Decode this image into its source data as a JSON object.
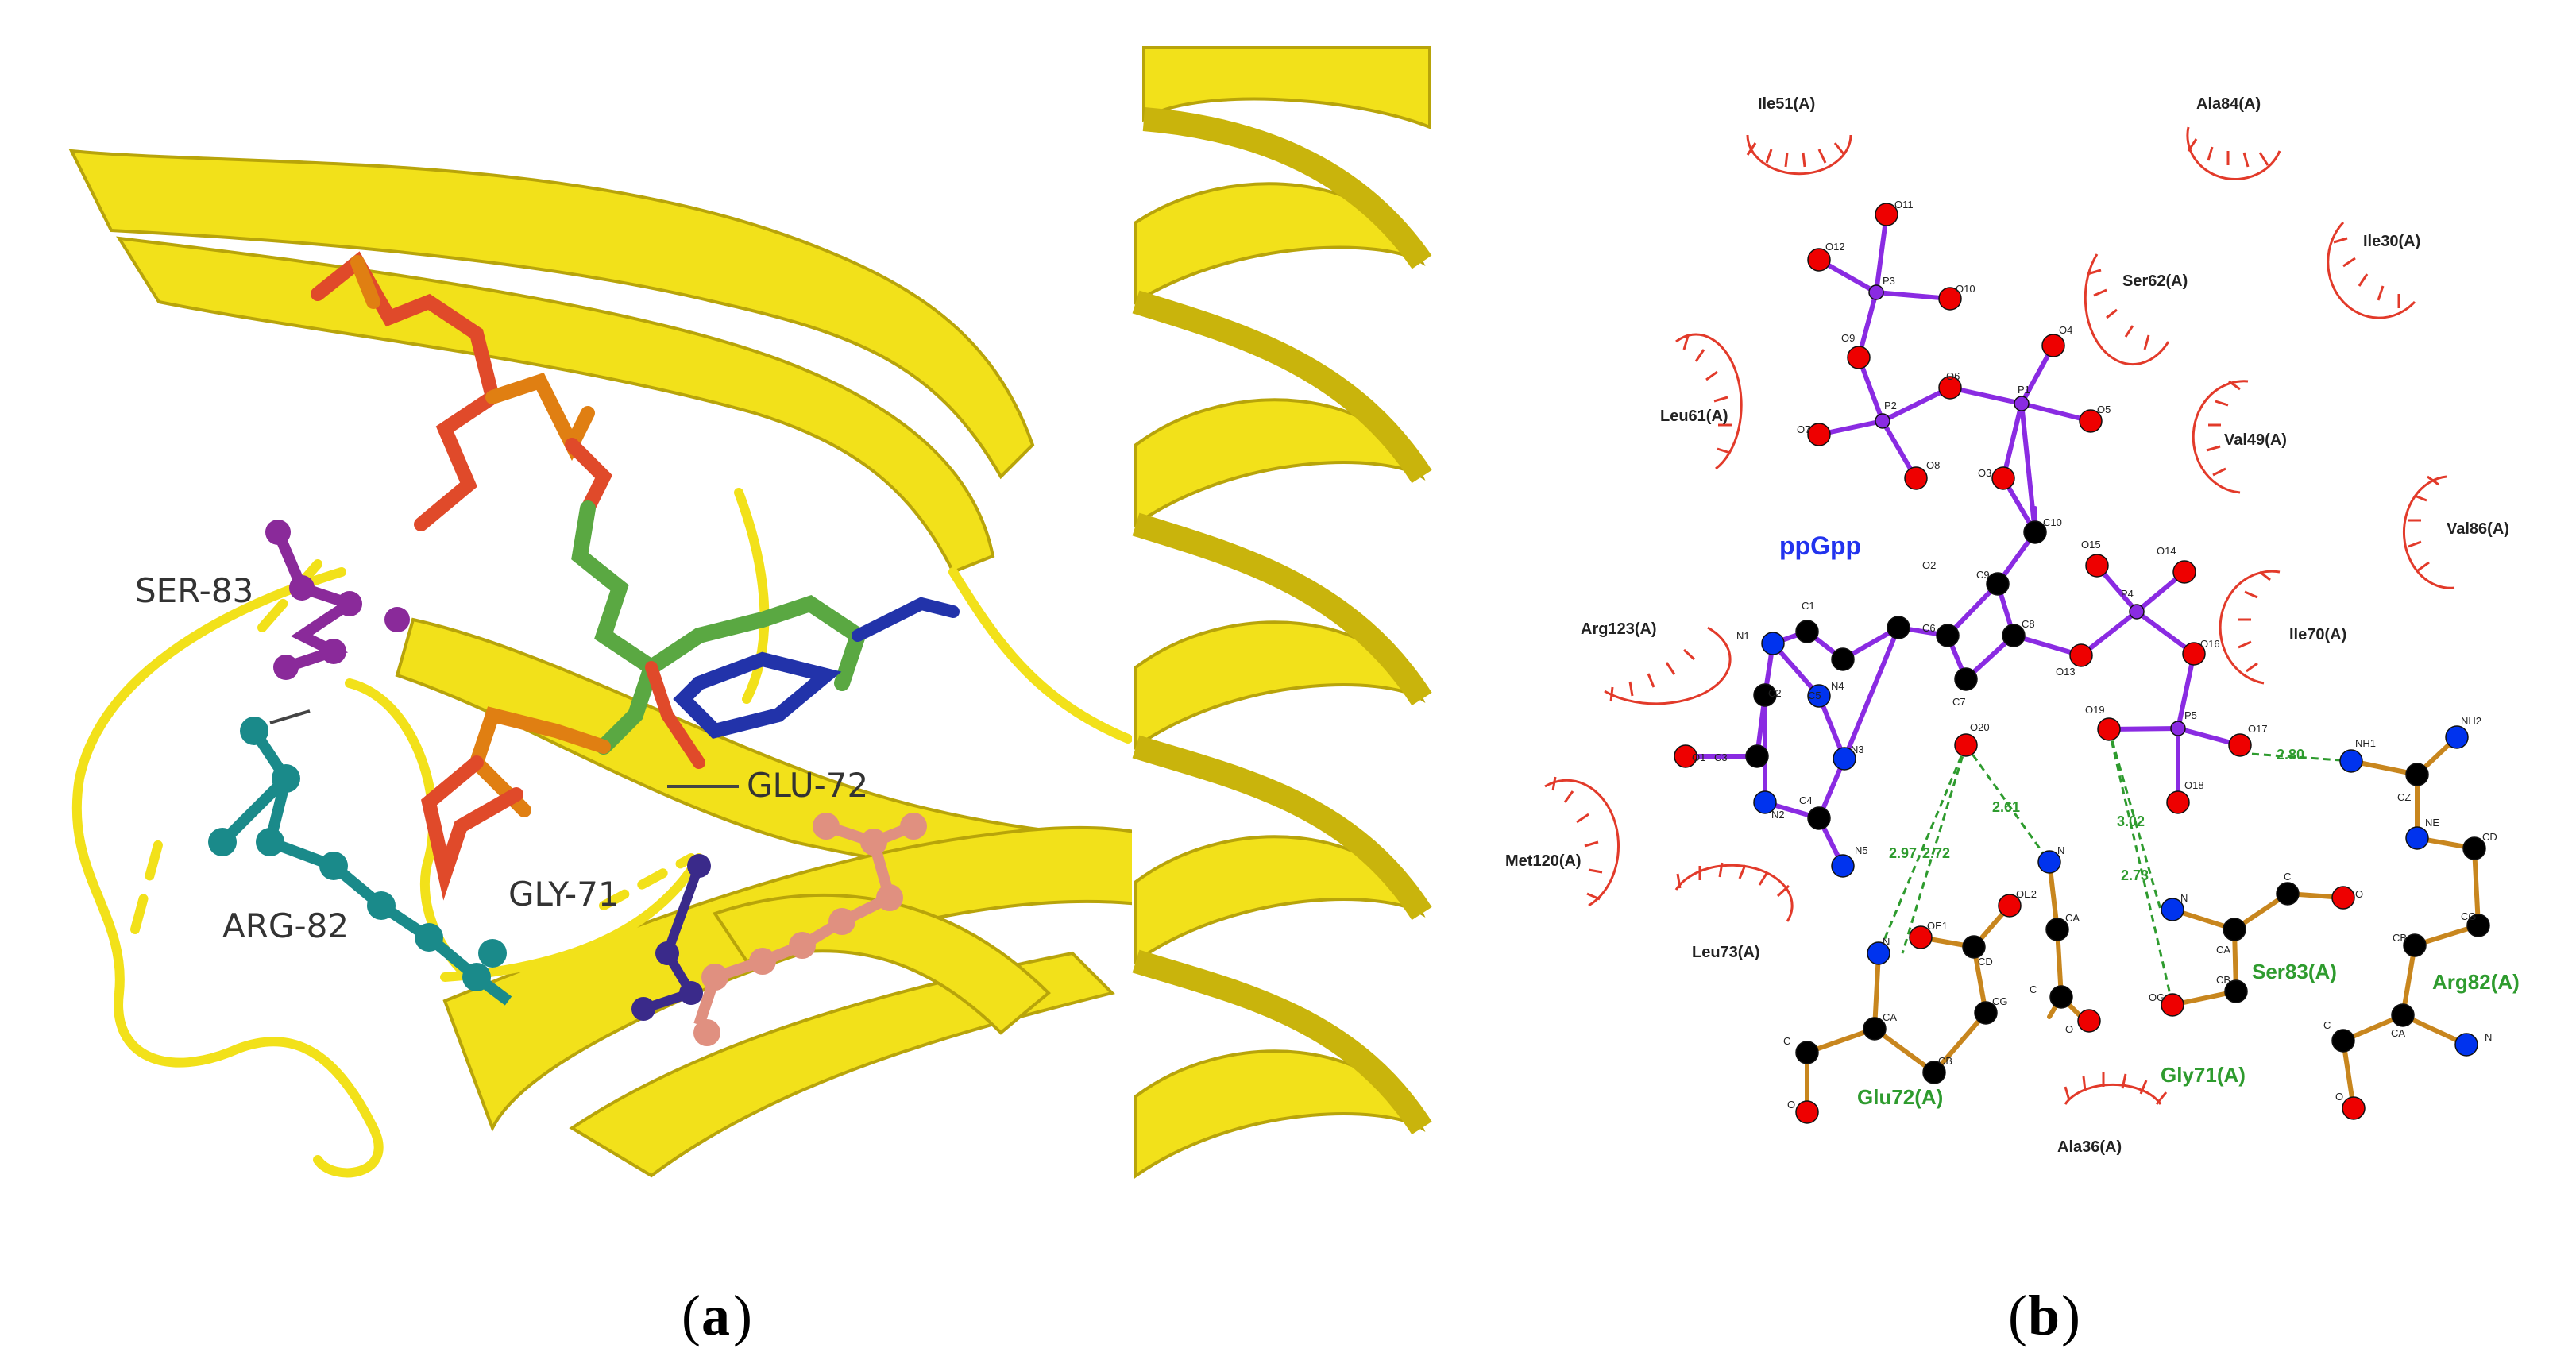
{
  "panel_a": {
    "caption_letter": "a",
    "labels": {
      "ser83": "SER-83",
      "glu72": "GLU-72",
      "gly71": "GLY-71",
      "arg82": "ARG-82"
    }
  },
  "panel_b": {
    "caption_letter": "b",
    "ligand_name": "ppGpp",
    "hydrophobic_residues": [
      {
        "name": "Ile51(A)"
      },
      {
        "name": "Ala84(A)"
      },
      {
        "name": "Ile30(A)"
      },
      {
        "name": "Ser62(A)"
      },
      {
        "name": "Leu61(A)"
      },
      {
        "name": "Val49(A)"
      },
      {
        "name": "Val86(A)"
      },
      {
        "name": "Arg123(A)"
      },
      {
        "name": "Ile70(A)"
      },
      {
        "name": "Met120(A)"
      },
      {
        "name": "Leu73(A)"
      },
      {
        "name": "Ala36(A)"
      }
    ],
    "hbond_residues": {
      "glu72": "Glu72(A)",
      "gly71": "Gly71(A)",
      "ser83": "Ser83(A)",
      "arg82": "Arg82(A)"
    },
    "distances": [
      "2.80",
      "2.61",
      "2.97",
      "2.72",
      "3.02",
      "2.73"
    ],
    "ligand_atoms": {
      "O11": "O11",
      "O12": "O12",
      "P3": "P3",
      "O10": "O10",
      "O9": "O9",
      "O7": "O7",
      "P2": "P2",
      "O8": "O8",
      "O6": "O6",
      "P1": "P1",
      "O4": "O4",
      "O5": "O5",
      "O3": "O3",
      "C10": "C10",
      "C9": "C9",
      "O2": "O2",
      "C6": "C6",
      "C8": "C8",
      "C7": "C7",
      "O13": "O13",
      "O20": "O20",
      "O15": "O15",
      "O14": "O14",
      "P4": "P4",
      "O16": "O16",
      "O19": "O19",
      "P5": "P5",
      "O17": "O17",
      "O18": "O18",
      "C1": "C1",
      "N1": "N1",
      "N4": "N4",
      "C2": "C2",
      "C5": "C5",
      "O1": "O1",
      "C3": "C3",
      "N3": "N3",
      "N2": "N2",
      "C4": "C4",
      "N5": "N5"
    },
    "residue_atoms": {
      "glu_n": "N",
      "glu_ca": "CA",
      "glu_cb": "CB",
      "glu_cg": "CG",
      "glu_cd": "CD",
      "glu_oe1": "OE1",
      "glu_oe2": "OE2",
      "glu_c": "C",
      "glu_o": "O",
      "gly_n": "N",
      "gly_ca": "CA",
      "gly_c": "C",
      "gly_o": "O",
      "ser_n": "N",
      "ser_ca": "CA",
      "ser_cb": "CB",
      "ser_og": "OG",
      "ser_c": "C",
      "ser_o": "O",
      "arg_nh1": "NH1",
      "arg_nh2": "NH2",
      "arg_cz": "CZ",
      "arg_ne": "NE",
      "arg_cd": "CD",
      "arg_cg": "CG",
      "arg_cb": "CB",
      "arg_ca": "CA",
      "arg_n": "N",
      "arg_c": "C",
      "arg_o": "O"
    }
  },
  "colors": {
    "ribbon": "#f2e11a",
    "ribbon_dark": "#c9b40c",
    "ligand_bond": "#8a2be2",
    "residue_bond": "#c8861e",
    "hbond": "#2e9b2e",
    "hydrophobic": "#e23a2a",
    "carbon": "#000000",
    "oxygen": "#ee0000",
    "nitrogen": "#0033ee",
    "ppgpp_title": "#2233ee",
    "hb_label": "#2e9b2e",
    "arg": "#1a8a8a",
    "ser": "#8a2a9a",
    "gly": "#3a2a8a",
    "glu": "#e09080",
    "gdp_c": "#5aa842",
    "gdp_p": "#e07f12",
    "gdp_o": "#e04a2a",
    "gdp_n": "#2233aa"
  }
}
